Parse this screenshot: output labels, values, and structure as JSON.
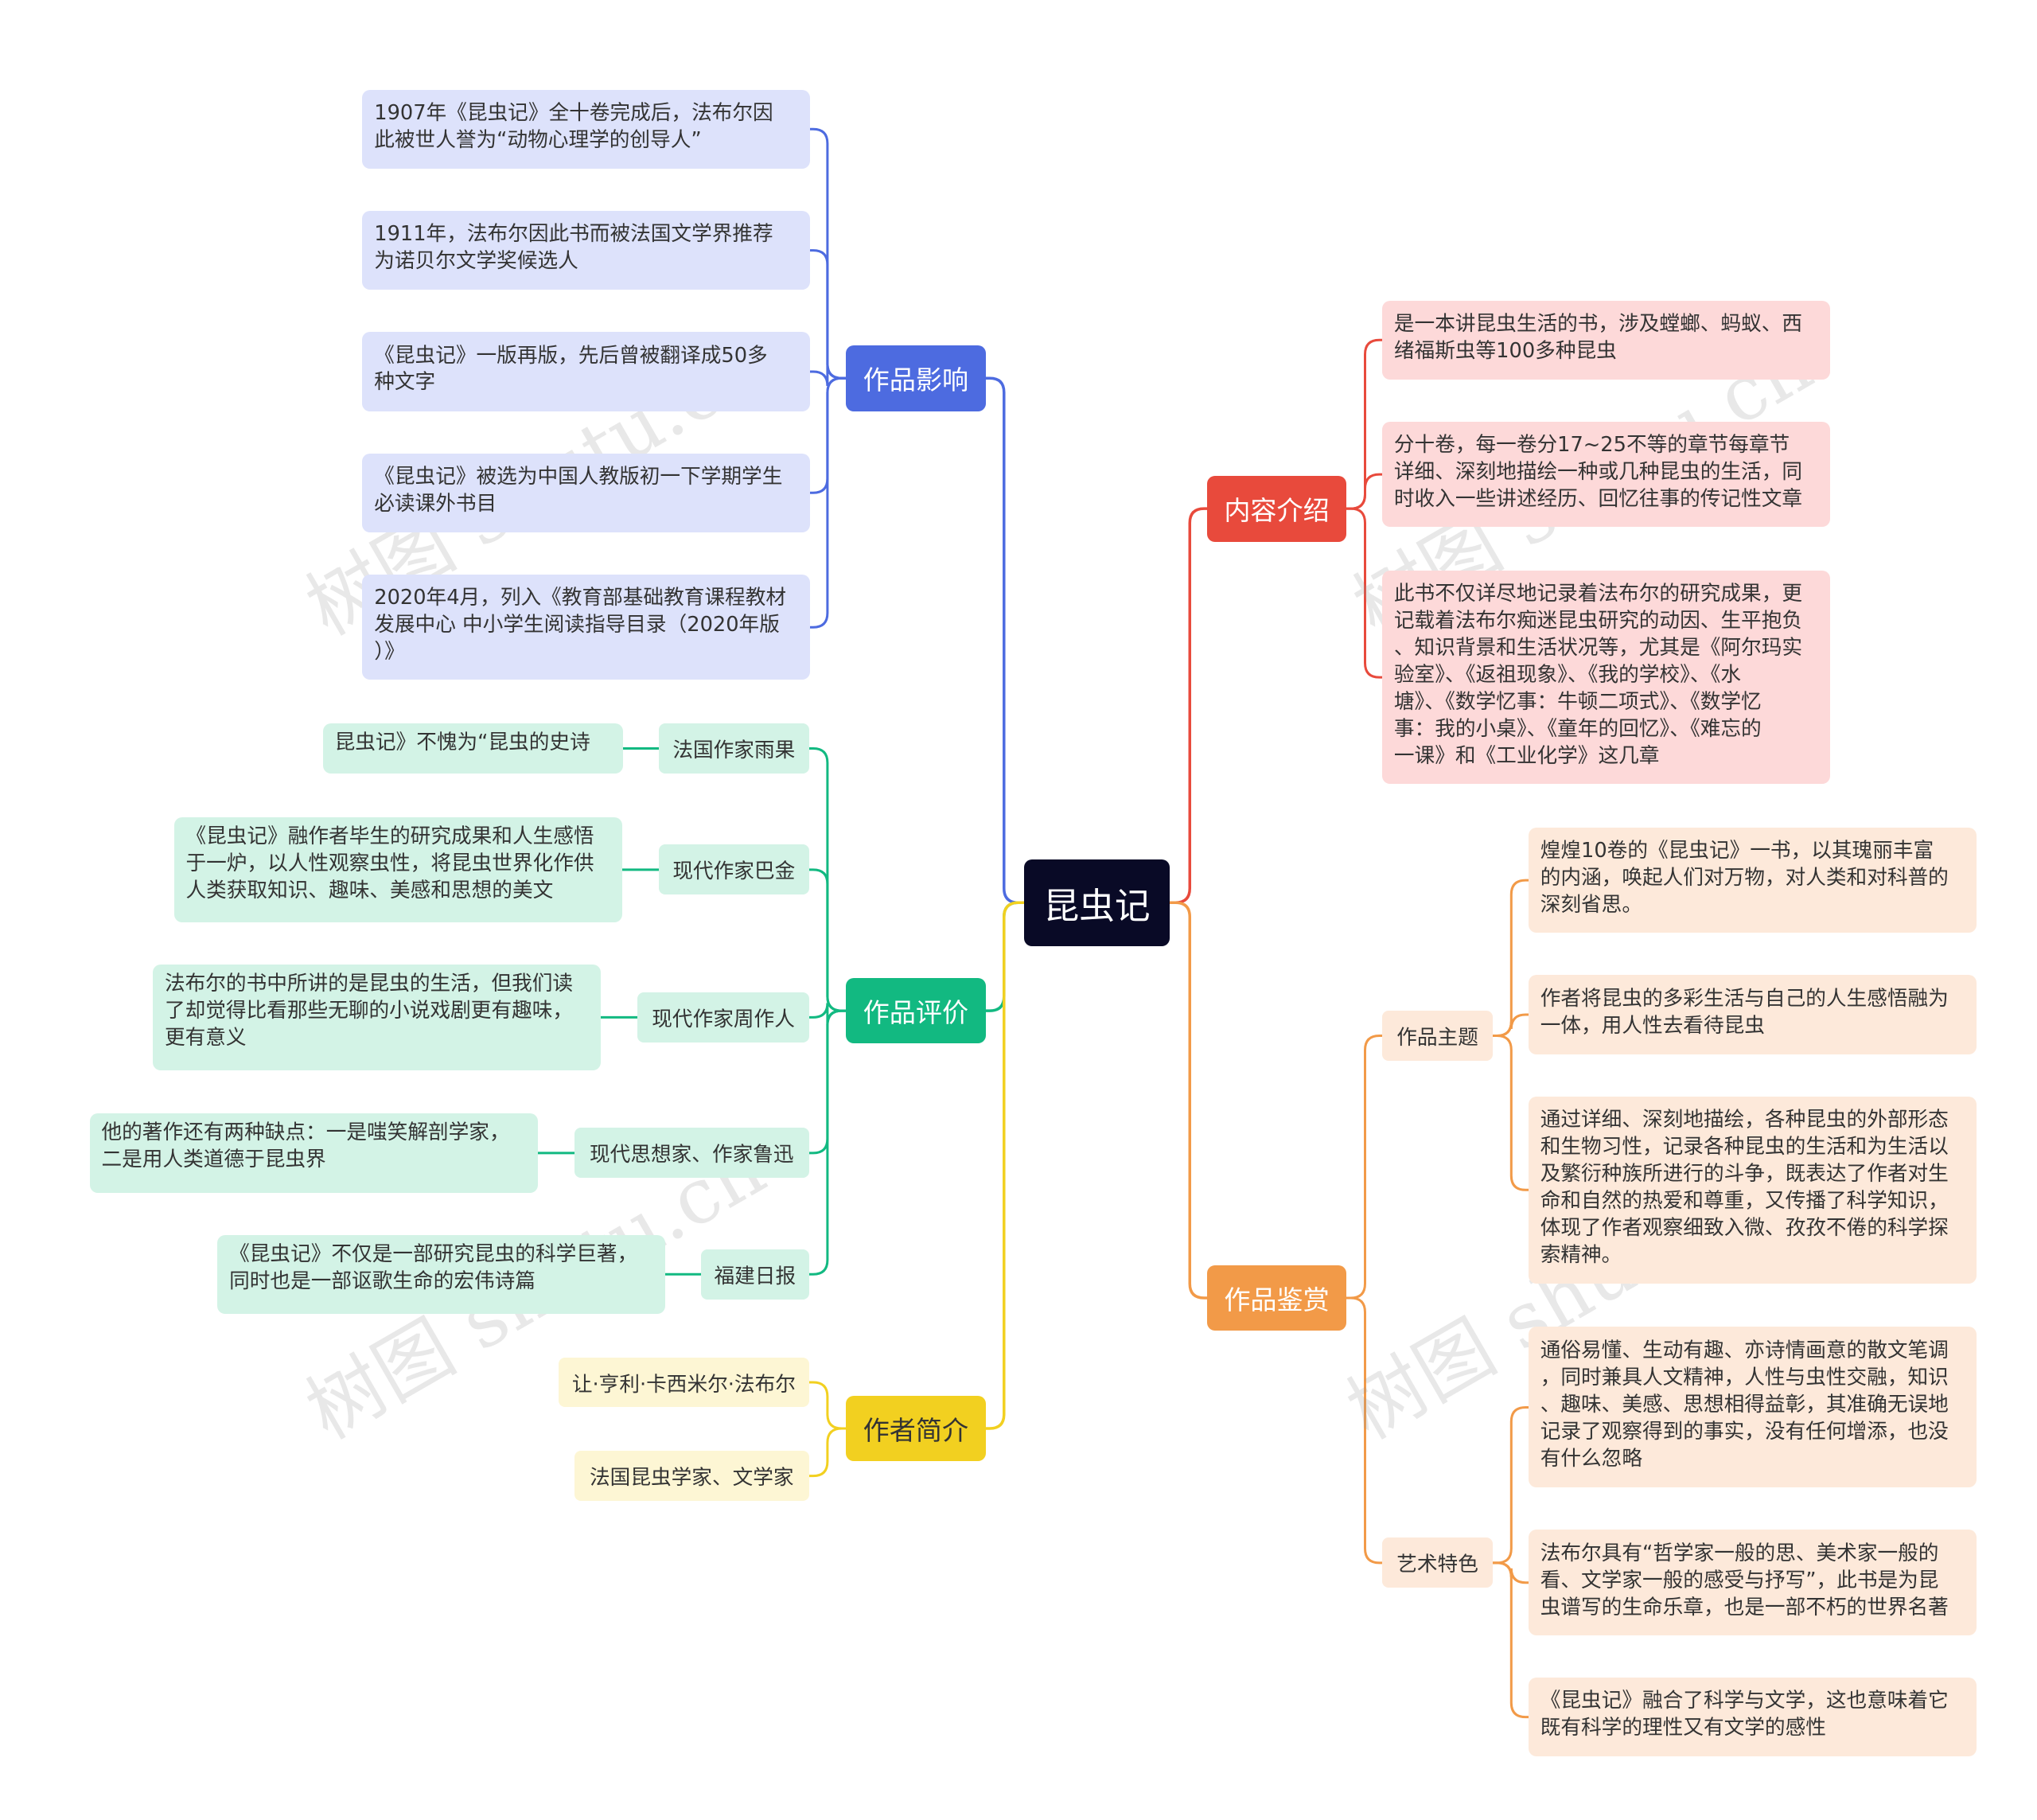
{
  "root": {
    "label": "昆虫记"
  },
  "colors": {
    "root_bg": "#090a26",
    "impact": "#4d6be0",
    "impact_light": "#dde2fb",
    "review": "#12b981",
    "review_light": "#d3f3e6",
    "author": "#f2d020",
    "author_light": "#fdf6d4",
    "content": "#e84a3c",
    "content_light": "#fdd9d9",
    "appreciation": "#f29a48",
    "appreciation_light": "#fde9da"
  },
  "branches": {
    "impact": {
      "label": "作品影响",
      "items": [
        "1907年《昆虫记》全十卷完成后，法布尔因\n此被世人誉为“动物心理学的创导人”",
        "1911年，法布尔因此书而被法国文学界推荐\n为诺贝尔文学奖候选人",
        "《昆虫记》一版再版，先后曾被翻译成50多\n种文字",
        "《昆虫记》被选为中国人教版初一下学期学生\n必读课外书目",
        "2020年4月，列入《教育部基础教育课程教材\n发展中心 中小学生阅读指导目录（2020年版\n）》"
      ]
    },
    "review": {
      "label": "作品评价",
      "items": [
        {
          "source": "法国作家雨果",
          "quote": "昆虫记》不愧为“昆虫的史诗"
        },
        {
          "source": "现代作家巴金",
          "quote": "《昆虫记》融作者毕生的研究成果和人生感悟\n于一炉，以人性观察虫性，将昆虫世界化作供\n人类获取知识、趣味、美感和思想的美文"
        },
        {
          "source": "现代作家周作人",
          "quote": "法布尔的书中所讲的是昆虫的生活，但我们读\n了却觉得比看那些无聊的小说戏剧更有趣味，\n更有意义"
        },
        {
          "source": "现代思想家、作家鲁迅",
          "quote": "他的著作还有两种缺点：一是嗤笑解剖学家，\n二是用人类道德于昆虫界"
        },
        {
          "source": "福建日报",
          "quote": "《昆虫记》不仅是一部研究昆虫的科学巨著，\n同时也是一部讴歌生命的宏伟诗篇"
        }
      ]
    },
    "author": {
      "label": "作者简介",
      "items": [
        "让·亨利·卡西米尔·法布尔",
        "法国昆虫学家、文学家"
      ]
    },
    "content": {
      "label": "内容介绍",
      "items": [
        "是一本讲昆虫生活的书，涉及螳螂、蚂蚁、西\n绪福斯虫等100多种昆虫",
        "分十卷，每一卷分17~25不等的章节每章节\n详细、深刻地描绘一种或几种昆虫的生活，同\n时收入一些讲述经历、回忆往事的传记性文章",
        "此书不仅详尽地记录着法布尔的研究成果，更\n记载着法布尔痴迷昆虫研究的动因、生平抱负\n、知识背景和生活状况等，尤其是《阿尔玛实\n验室》、《返祖现象》、《我的学校》、《水\n塘》、《数学忆事：牛顿二项式》、《数学忆\n事：我的小桌》、《童年的回忆》、《难忘的\n一课》和《工业化学》这几章"
      ]
    },
    "appreciation": {
      "label": "作品鉴赏",
      "theme": {
        "label": "作品主题",
        "items": [
          "煌煌10卷的《昆虫记》一书，以其瑰丽丰富\n的内涵，唤起人们对万物，对人类和对科普的\n深刻省思。",
          "作者将昆虫的多彩生活与自己的人生感悟融为\n一体，用人性去看待昆虫",
          "通过详细、深刻地描绘，各种昆虫的外部形态\n和生物习性，记录各种昆虫的生活和为生活以\n及繁衍种族所进行的斗争，既表达了作者对生\n命和自然的热爱和尊重，又传播了科学知识，\n体现了作者观察细致入微、孜孜不倦的科学探\n索精神。"
        ]
      },
      "art": {
        "label": "艺术特色",
        "items": [
          "通俗易懂、生动有趣、亦诗情画意的散文笔调\n，同时兼具人文精神，人性与虫性交融，知识\n、趣味、美感、思想相得益彰，其准确无误地\n记录了观察得到的事实，没有任何增添，也没\n有什么忽略",
          "法布尔具有“哲学家一般的思、美术家一般的\n看、文学家一般的感受与抒写”，此书是为昆\n虫谱写的生命乐章，也是一部不朽的世界名著",
          "《昆虫记》融合了科学与文学，这也意味着它\n既有科学的理性又有文学的感性"
        ]
      }
    }
  },
  "watermarks": [
    "树图 shutu.cn",
    "树图 shutu.cn",
    "树图 shutu.cn",
    "树图 shutu.cn"
  ]
}
